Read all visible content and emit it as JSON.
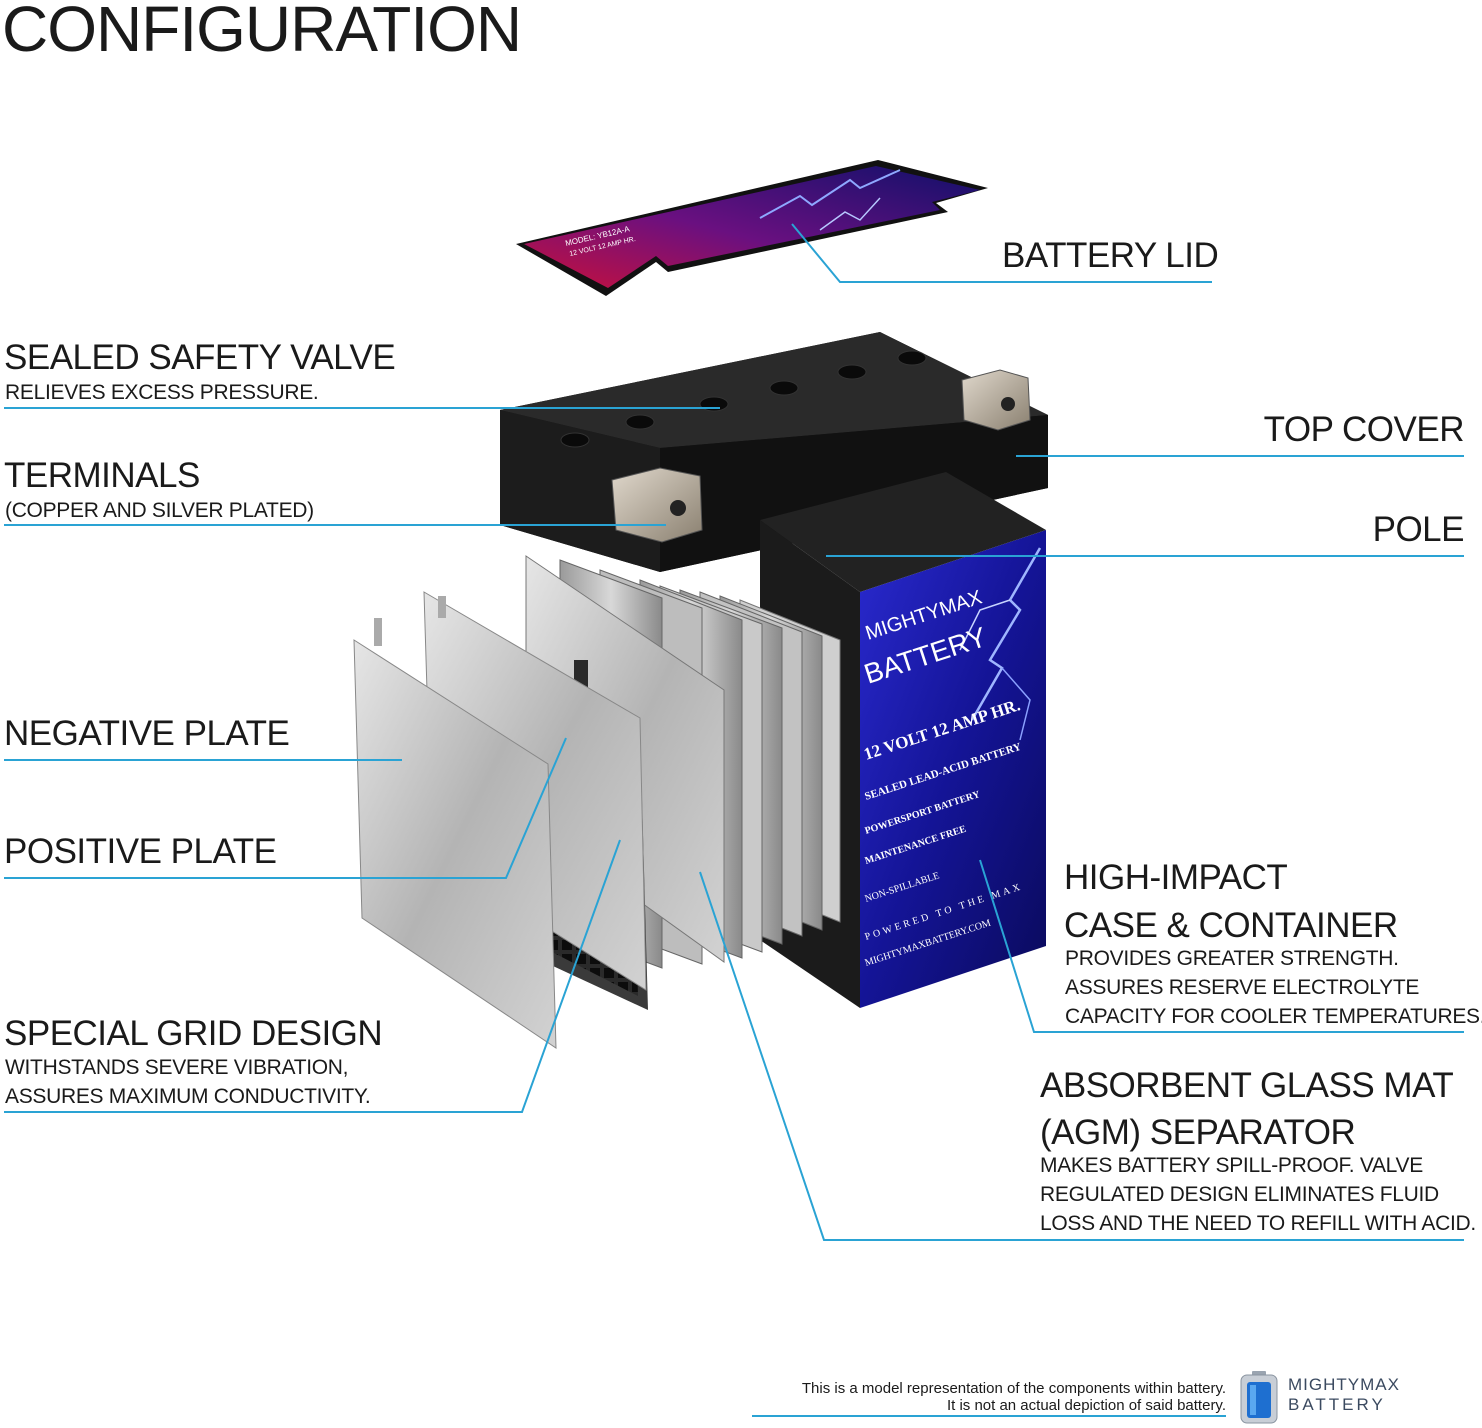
{
  "title": "CONFIGURATION",
  "labels": {
    "battery_lid": "BATTERY LID",
    "sealed_valve": {
      "heading": "SEALED SAFETY VALVE",
      "desc": "RELIEVES EXCESS PRESSURE."
    },
    "terminals": {
      "heading": "TERMINALS",
      "desc": "(COPPER AND SILVER PLATED)"
    },
    "top_cover": "TOP COVER",
    "pole": "POLE",
    "negative_plate": "NEGATIVE PLATE",
    "positive_plate": "POSITIVE PLATE",
    "high_impact": {
      "heading1": "HIGH-IMPACT",
      "heading2": "CASE & CONTAINER",
      "desc1": "PROVIDES GREATER STRENGTH.",
      "desc2": "ASSURES RESERVE ELECTROLYTE",
      "desc3": "CAPACITY FOR COOLER TEMPERATURES."
    },
    "special_grid": {
      "heading": "SPECIAL GRID DESIGN",
      "desc1": "WITHSTANDS SEVERE VIBRATION,",
      "desc2": "ASSURES MAXIMUM CONDUCTIVITY."
    },
    "agm": {
      "heading1": "ABSORBENT GLASS MAT",
      "heading2": "(AGM) SEPARATOR",
      "desc1": "MAKES BATTERY SPILL-PROOF. VALVE",
      "desc2": "REGULATED DESIGN ELIMINATES FLUID",
      "desc3": "LOSS AND THE NEED TO REFILL WITH ACID."
    }
  },
  "battery_label": {
    "brand1": "MIGHTYMAX",
    "brand2": "BATTERY",
    "spec": "12 VOLT 12 AMP HR.",
    "type": "SEALED LEAD-ACID BATTERY",
    "f1": "POWERSPORT BATTERY",
    "f2": "MAINTENANCE FREE",
    "f3": "NON-SPILLABLE",
    "slogan": "POWERED TO THE MAX",
    "url": "MIGHTYMAXBATTERY.COM"
  },
  "lid_label": {
    "model": "MODEL: YB12A-A",
    "spec": "12 VOLT 12 AMP HR."
  },
  "footer": {
    "line1": "This is a model representation of the components within battery.",
    "line2": "It is not an actual depiction of said battery."
  },
  "logo": {
    "line1": "MIGHTYMAX",
    "line2": "BATTERY"
  },
  "colors": {
    "leader": "#2aa3d4",
    "case_blue": "#1a1aa0",
    "lid_red": "#c01040",
    "plate": "#b8b8b8"
  }
}
